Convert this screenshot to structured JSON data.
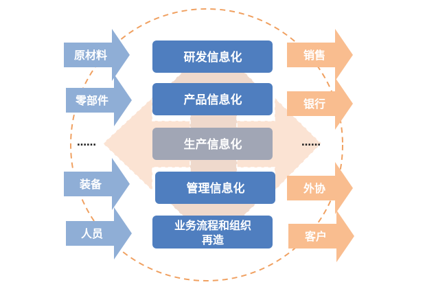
{
  "colors": {
    "left_arrow": "#8faed6",
    "right_arrow": "#f9bd8f",
    "box_blue": "#4f7ebf",
    "box_gray": "#a1a6b5",
    "cross_fill": "#fbe3d3",
    "center_up_down": "#c9c1c1",
    "circle": "#f0a060",
    "text_white": "#ffffff",
    "text_dark": "#222222"
  },
  "inputs": [
    {
      "label": "原材料"
    },
    {
      "label": "零部件"
    },
    {
      "label": "……"
    },
    {
      "label": "装备"
    },
    {
      "label": "人员"
    }
  ],
  "outputs": [
    {
      "label": "销售"
    },
    {
      "label": "银行"
    },
    {
      "label": "……"
    },
    {
      "label": "外协"
    },
    {
      "label": "客户"
    }
  ],
  "layers": [
    {
      "label": "研发信息化",
      "style": "blue"
    },
    {
      "label": "产品信息化",
      "style": "blue"
    },
    {
      "label": "生产信息化",
      "style": "gray"
    },
    {
      "label": "管理信息化",
      "style": "blue"
    },
    {
      "label": "业务流程和组织",
      "label2": "再造",
      "style": "blue"
    }
  ]
}
